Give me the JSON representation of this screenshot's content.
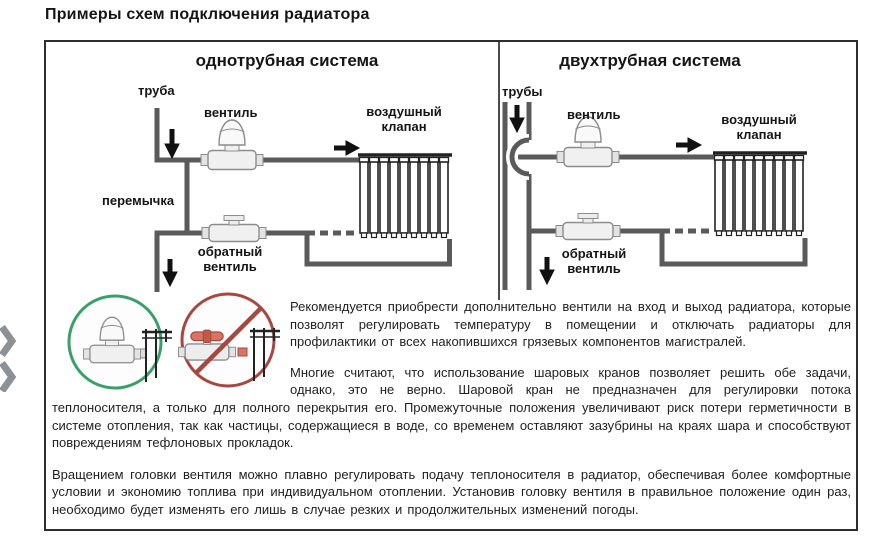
{
  "page": {
    "title": "Примеры схем подключения радиатора"
  },
  "panels": {
    "left": {
      "title": "однотрубная система",
      "labels": {
        "pipe": "труба",
        "valve": "вентиль",
        "air_valve_line1": "воздушный",
        "air_valve_line2": "клапан",
        "bypass": "перемычка",
        "return_valve_line1": "обратный",
        "return_valve_line2": "вентиль"
      }
    },
    "right": {
      "title": "двухтрубная система",
      "labels": {
        "pipes": "трубы",
        "valve": "вентиль",
        "air_valve_line1": "воздушный",
        "air_valve_line2": "клапан",
        "return_valve_line1": "обратный",
        "return_valve_line2": "вентиль"
      }
    }
  },
  "icons": {
    "allowed": "thermostatic-valve-recommended",
    "prohibited": "ball-valve-prohibited"
  },
  "paragraphs": {
    "p1": "Рекомендуется приобрести дополнительно вентили на вход и выход радиатора, которые позволят регулировать температуру в помещении и отключать радиаторы для профилактики от всех накопившихся грязевых компонентов магистралей.",
    "p2": "Многие считают, что использование шаровых кранов позволяет решить обе задачи, однако, это не верно. Шаровой кран не предназначен для регулировки потока теплоносителя, а только для полного перекрытия его. Промежуточные положения увеличивают риск потери герметичности в системе отопления, так как частицы, содержащиеся в воде, со временем оставляют зазубрины на краях шара и способствуют повреждениям тефлоновых прокладок.",
    "p3": "Вращением головки вентиля можно плавно регулировать подачу теплоносителя в радиатор, обеспечивая более комфортные условии и экономию топлива при индивидуальном отоплении. Установив головку вентиля в правильное положение один раз, необходимо будет изменять его лишь в случае резких и продолжительных изменений погоды."
  },
  "colors": {
    "pipe_gray": "#5a5a5a",
    "allowed_green": "#3aa06a",
    "prohibited_red": "#a8473f",
    "handle_red": "#d8745f"
  }
}
